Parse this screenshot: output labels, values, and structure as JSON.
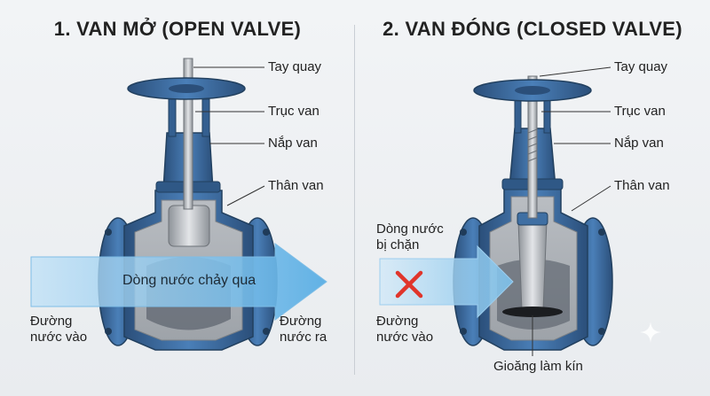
{
  "open": {
    "title": "1. VAN MỞ (OPEN VALVE)",
    "labels": {
      "handwheel": "Tay quay",
      "stem": "Trục van",
      "bonnet": "Nắp van",
      "body": "Thân van",
      "flow": "Dòng nước chảy qua",
      "inlet": "Đường nước vào",
      "outlet": "Đường nước ra"
    }
  },
  "closed": {
    "title": "2. VAN ĐÓNG (CLOSED VALVE)",
    "labels": {
      "handwheel": "Tay quay",
      "stem": "Trục van",
      "bonnet": "Nắp van",
      "body": "Thân van",
      "blocked": "Dòng nước bị chặn",
      "inlet": "Đường nước vào",
      "seal": "Gioăng làm kín"
    }
  },
  "colors": {
    "valve_blue": "#3f6fa3",
    "valve_dark": "#27486e",
    "metal": "#c9ccd0",
    "flow_arrow": "#6fb7e6",
    "block_x": "#e0352b"
  },
  "icons": [
    "sparkle-icon",
    "close-x-icon"
  ]
}
